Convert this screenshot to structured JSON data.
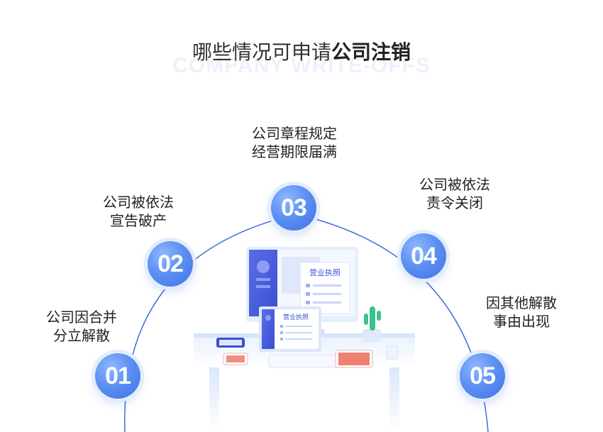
{
  "header": {
    "title_regular": "哪些情况可申请",
    "title_bold": "公司注销",
    "watermark": "COMPANY WRITE-OFFS"
  },
  "steps": [
    {
      "number": "01",
      "line1": "公司因合并",
      "line2": "分立解散"
    },
    {
      "number": "02",
      "line1": "公司被依法",
      "line2": "宣告破产"
    },
    {
      "number": "03",
      "line1": "公司章程规定",
      "line2": "经营期限届满"
    },
    {
      "number": "04",
      "line1": "公司被依法",
      "line2": "责令关闭"
    },
    {
      "number": "05",
      "line1": "因其他解散",
      "line2": "事由出现"
    }
  ],
  "illustration": {
    "monitor_doc_title": "营业执照",
    "tablet_doc_title": "营业执照"
  },
  "colors": {
    "accent": "#4a7fec",
    "arc": "#3d6fd8"
  }
}
